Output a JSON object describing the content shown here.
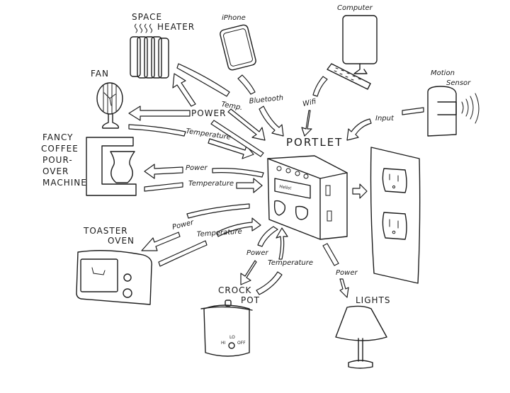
{
  "diagram": {
    "hub": {
      "label": "PORTLET",
      "screen_text": "Hello!"
    },
    "devices": {
      "space_heater": "SPACE HEATER",
      "iphone": "iPhone",
      "computer": "Computer",
      "motion_sensor": [
        "Motion",
        "Sensor"
      ],
      "fan": "FAN",
      "coffee": [
        "FANCY",
        "COFFEE",
        "POUR-",
        "OVER",
        "MACHINE"
      ],
      "toaster_oven": [
        "TOASTER",
        "OVEN"
      ],
      "crock_pot": [
        "CROCK",
        "POT"
      ],
      "crock_pot_dial": {
        "hi": "HI",
        "lo": "LO",
        "off": "OFF"
      },
      "lights": "LIGHTS",
      "wall_outlet": ""
    },
    "connections": [
      {
        "from": "portlet",
        "to": "fan",
        "label": "POWER"
      },
      {
        "from": "portlet",
        "to": "space_heater",
        "label": "POWER"
      },
      {
        "from": "space_heater",
        "to": "portlet",
        "label": "Temp."
      },
      {
        "from": "fan",
        "to": "portlet",
        "label": "Temperature"
      },
      {
        "from": "iphone",
        "to": "portlet",
        "label": "Bluetooth"
      },
      {
        "from": "computer",
        "to": "portlet",
        "label": "Wifi"
      },
      {
        "from": "motion_sensor",
        "to": "portlet",
        "label": "Input"
      },
      {
        "from": "portlet",
        "to": "coffee",
        "label": "Power"
      },
      {
        "from": "coffee",
        "to": "portlet",
        "label": "Temperature"
      },
      {
        "from": "portlet",
        "to": "toaster_oven",
        "label": "Power"
      },
      {
        "from": "toaster_oven",
        "to": "portlet",
        "label": "Temperature"
      },
      {
        "from": "portlet",
        "to": "crock_pot",
        "label": "Power"
      },
      {
        "from": "crock_pot",
        "to": "portlet",
        "label": "Temperature"
      },
      {
        "from": "portlet",
        "to": "lights",
        "label": "Power"
      },
      {
        "from": "portlet",
        "to": "wall_outlet",
        "label": ""
      }
    ]
  }
}
